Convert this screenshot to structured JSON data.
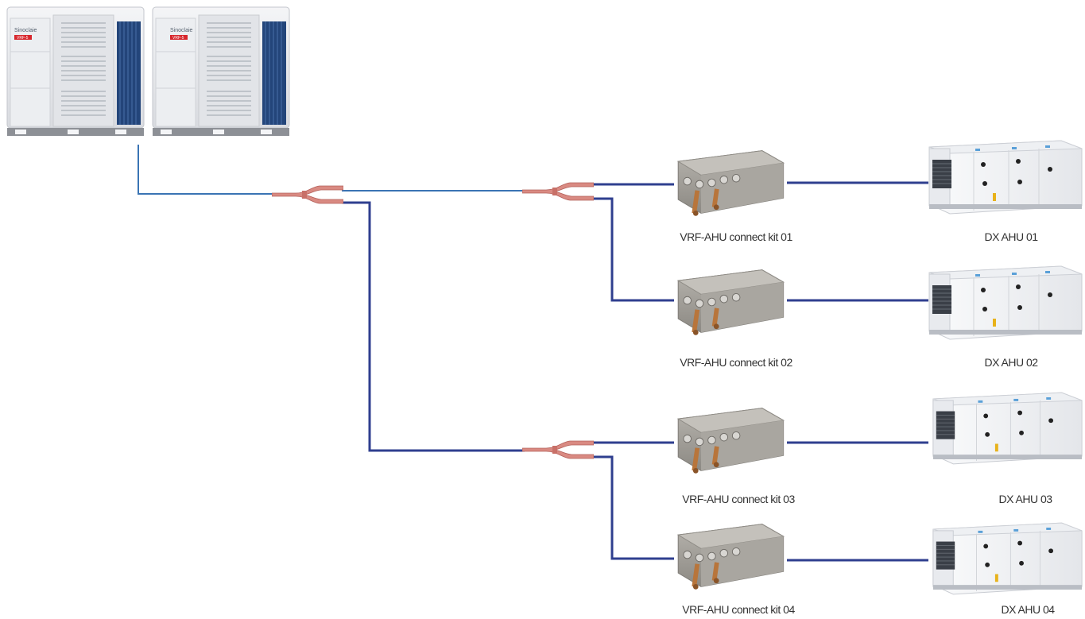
{
  "colors": {
    "pipe_dark": "#2f3f8f",
    "pipe_light": "#3a74b4",
    "copper": "#d98a82",
    "copper_dark": "#b4615b",
    "odu_body": "#e9eaed",
    "odu_coil": "#23457a",
    "brand_red": "#d7262c",
    "kit_body": "#9e9b95",
    "ahu_body": "#f2f3f5"
  },
  "outdoor_units": [
    {
      "brand": "Sinoclaie",
      "badge": "VRF-5"
    },
    {
      "brand": "Sinoclaie",
      "badge": "VRF-5"
    }
  ],
  "kits": [
    {
      "label": "VRF-AHU connect kit 01"
    },
    {
      "label": "VRF-AHU connect kit 02"
    },
    {
      "label": "VRF-AHU connect kit 03"
    },
    {
      "label": "VRF-AHU connect kit 04"
    }
  ],
  "ahus": [
    {
      "label": "DX AHU 01"
    },
    {
      "label": "DX AHU 02"
    },
    {
      "label": "DX AHU 03"
    },
    {
      "label": "DX AHU 04"
    }
  ],
  "icons": {
    "outdoor_unit": "vrf-outdoor-unit-icon",
    "branch_joint": "refnet-branch-joint-icon",
    "connect_kit": "ahu-connect-kit-icon",
    "ahu": "air-handling-unit-icon"
  }
}
